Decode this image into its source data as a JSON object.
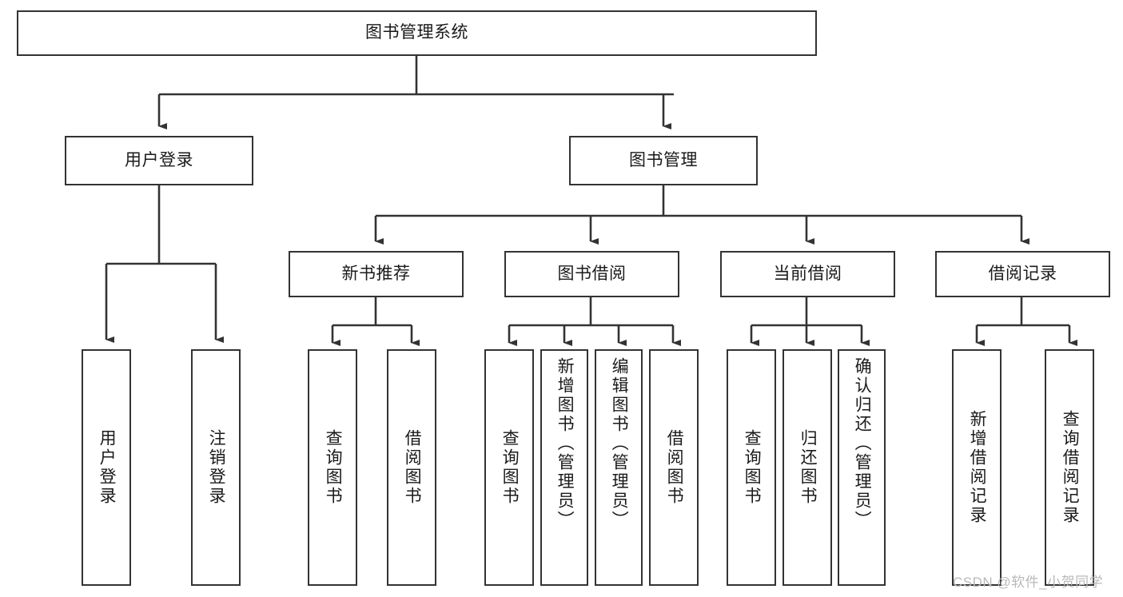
{
  "diagram": {
    "title": "图书管理系统",
    "type": "tree-hierarchy-chart",
    "colors": {
      "box_border": "#333333",
      "box_fill": "#ffffff",
      "edge": "#333333",
      "text": "#1a1a1a",
      "watermark": "#b9b9b9",
      "background": "#ffffff"
    },
    "watermark": "CSDN @软件_小贺同学"
  },
  "nodes": {
    "root": {
      "label": "图书管理系统"
    },
    "level1": [
      {
        "label": "用户登录"
      },
      {
        "label": "图书管理"
      }
    ],
    "level2": [
      {
        "label": "新书推荐"
      },
      {
        "label": "图书借阅"
      },
      {
        "label": "当前借阅"
      },
      {
        "label": "借阅记录"
      }
    ],
    "leaves": {
      "user_login": [
        {
          "label": "用户登录"
        },
        {
          "label": "注销登录"
        }
      ],
      "new_book_recommend": [
        {
          "label": "查询图书"
        },
        {
          "label": "借阅图书"
        }
      ],
      "book_borrow": [
        {
          "label": "查询图书"
        },
        {
          "label": "新增图书（管理员）"
        },
        {
          "label": "编辑图书（管理员）"
        },
        {
          "label": "借阅图书"
        }
      ],
      "current_borrow": [
        {
          "label": "查询图书"
        },
        {
          "label": "归还图书"
        },
        {
          "label": "确认归还（管理员）"
        }
      ],
      "borrow_record": [
        {
          "label": "新增借阅记录"
        },
        {
          "label": "查询借阅记录"
        }
      ]
    }
  }
}
